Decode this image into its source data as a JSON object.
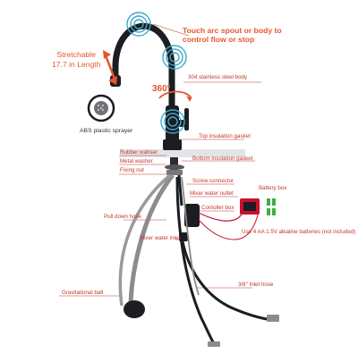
{
  "labels": {
    "touch_line1": "Touch arc spout or body to",
    "touch_line2": "control flow or stop",
    "stretch_line1": "Stretchable",
    "stretch_line2": "17.7 in Length",
    "abs_sprayer": "ABS plastic sprayer",
    "degree": "360°",
    "steel_body": "304 stainless steel body",
    "top_gasket": "Top insulation gasket",
    "rubber_washer": "Rubber wahser",
    "metal_washer": "Metal washer",
    "bottom_gasket": "Bottom insulation gasket",
    "fixing_nut": "Fixing nut",
    "screw_connector": "Screw connector",
    "battery_box": "Battery box",
    "mixer_outlet": "Mixer water outlet",
    "controller_box": "Contoller box",
    "pull_down_hose": "Pull down hose",
    "batteries_note": "Use 4 AA 1.5V alkaline batteries (not included)",
    "mixer_inlet": "Mixer water inlet",
    "inlet_hose": "3/8\" Inlet hose",
    "grav_ball": "Gravitational ball"
  },
  "colors": {
    "accent": "#e4572e",
    "label_red": "#c0392b",
    "faucet_black": "#1c1d22",
    "wave_blue": "#3fa7c9",
    "hose_gray": "#8c8c8c",
    "battery_red": "#c8102e",
    "battery_green": "#3cb043"
  },
  "icons": [
    "touch-wave-icon",
    "stretch-arrow-icon",
    "rotate-360-arrow-icon",
    "aa-battery-icon"
  ]
}
